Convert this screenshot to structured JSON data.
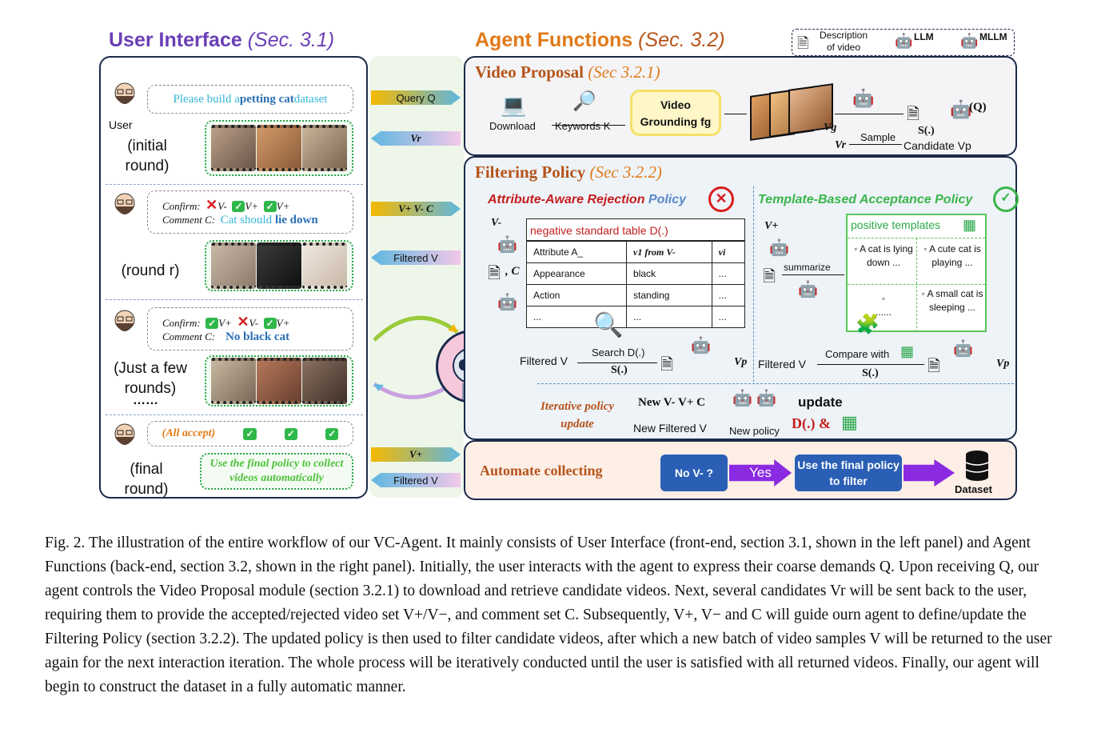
{
  "header": {
    "ui_title": "User Interface",
    "ui_sec": "(Sec. 3.1)",
    "af_title": "Agent Functions",
    "af_sec": "(Sec. 3.2)",
    "legend_desc": "Description of video",
    "legend_llm": "LLM",
    "legend_mllm": "MLLM"
  },
  "user_panel": {
    "user_label": "User",
    "r1_request_a": "Please build a ",
    "r1_request_b": "petting cat",
    "r1_request_c": " dataset",
    "r1_label": "(initial round)",
    "r2_confirm": "Confirm:",
    "r2_comment": "Comment C:",
    "r2_comment_a": "Cat should ",
    "r2_comment_b": "lie down",
    "r2_label": "(round r)",
    "r3_confirm": "Confirm:",
    "r3_comment": "Comment C:",
    "r3_comment_text": "No black cat",
    "r3_label": "(Just a few rounds)",
    "r3_dots": "……",
    "r4_accept": "(All accept)",
    "r4_label": "(final round)",
    "r4_policy": "Use the final policy to collect videos automatically"
  },
  "arrows": {
    "query": "Query Q",
    "vr": "Vr",
    "vpm": "V+ V- C",
    "filtered": "Filtered V",
    "vplus": "V+",
    "filtered2": "Filtered V"
  },
  "video_proposal": {
    "title": "Video Proposal",
    "sec": "(Sec 3.2.1)",
    "download": "Download",
    "keywords": "Keywords K",
    "grounding": "Video Grounding fg",
    "vg": "Vg",
    "sample": "Sample",
    "s": "S(.)",
    "q": "(Q)",
    "vr": "Vr",
    "candidate": "Candidate Vp"
  },
  "filtering_policy": {
    "title": "Filtering Policy",
    "sec": "(Sec 3.2.2)",
    "reject_title_a": "Attribute-Aware Rejection",
    "reject_title_b": " Policy",
    "accept_title": "Template-Based Acceptance Policy",
    "vminus": "V-",
    "c": ", C",
    "table_title": "negative standard table D(.)",
    "table_headers": [
      "Attribute A_",
      "v1 from V-",
      "vi"
    ],
    "table_rows": [
      [
        "Appearance",
        "black",
        "..."
      ],
      [
        "Action",
        "standing",
        "..."
      ],
      [
        "...",
        "...",
        "..."
      ]
    ],
    "search": "Search D(.)",
    "s_left": "S(.)",
    "filtered_left": "Filtered V",
    "vp_left": "Vp",
    "vplus": "V+",
    "summarize": "summarize",
    "pos_title": "positive templates",
    "templates": [
      "A cat is lying down ...",
      "A cute cat is playing ...",
      "......",
      "A small cat is sleeping ..."
    ],
    "compare": "Compare with",
    "s_right": "S(.)",
    "filtered_right": "Filtered V",
    "vp_right": "Vp",
    "iter_label": "Iterative policy update",
    "new_v": "New V-  V+  C",
    "update": "update",
    "new_filtered": "New Filtered V",
    "new_policy": "New policy",
    "d_amp": "D(.)  &"
  },
  "automate": {
    "title": "Automate collecting",
    "no_v": "No V- ?",
    "yes": "Yes",
    "final": "Use the final policy to filter",
    "dataset": "Dataset"
  },
  "caption": {
    "line1": "Fig. 2.  The illustration of the entire workflow of our VC-Agent. It mainly consists of User Interface (front-end, section 3.1, shown in the left panel) and Agent Functions (back-end, section 3.2, shown in the right panel). Initially, the user interacts with the agent to express their coarse demands Q. Upon receiving Q, our agent controls the Video Proposal module (section 3.2.1) to download and retrieve candidate videos. Next, several candidates Vr will be sent back to the user, requiring them to provide the accepted/rejected video set V+/V−, and comment set C. Subsequently, V+, V− and C will guide ourn agent to define/update the Filtering Policy (section 3.2.2). The updated policy is then used to filter candidate videos, after which a new batch of video samples V will be returned to the user again for the next interaction iteration. The whole process will be iteratively conducted until the user is satisfied with all returned videos. Finally, our agent will begin to construct the dataset in a fully automatic manner."
  },
  "colors": {
    "purple": "#6a3fb5",
    "orange": "#e07a1a",
    "brown": "#b5541a",
    "green": "#2aa84a",
    "navy": "#1a2a4a"
  }
}
